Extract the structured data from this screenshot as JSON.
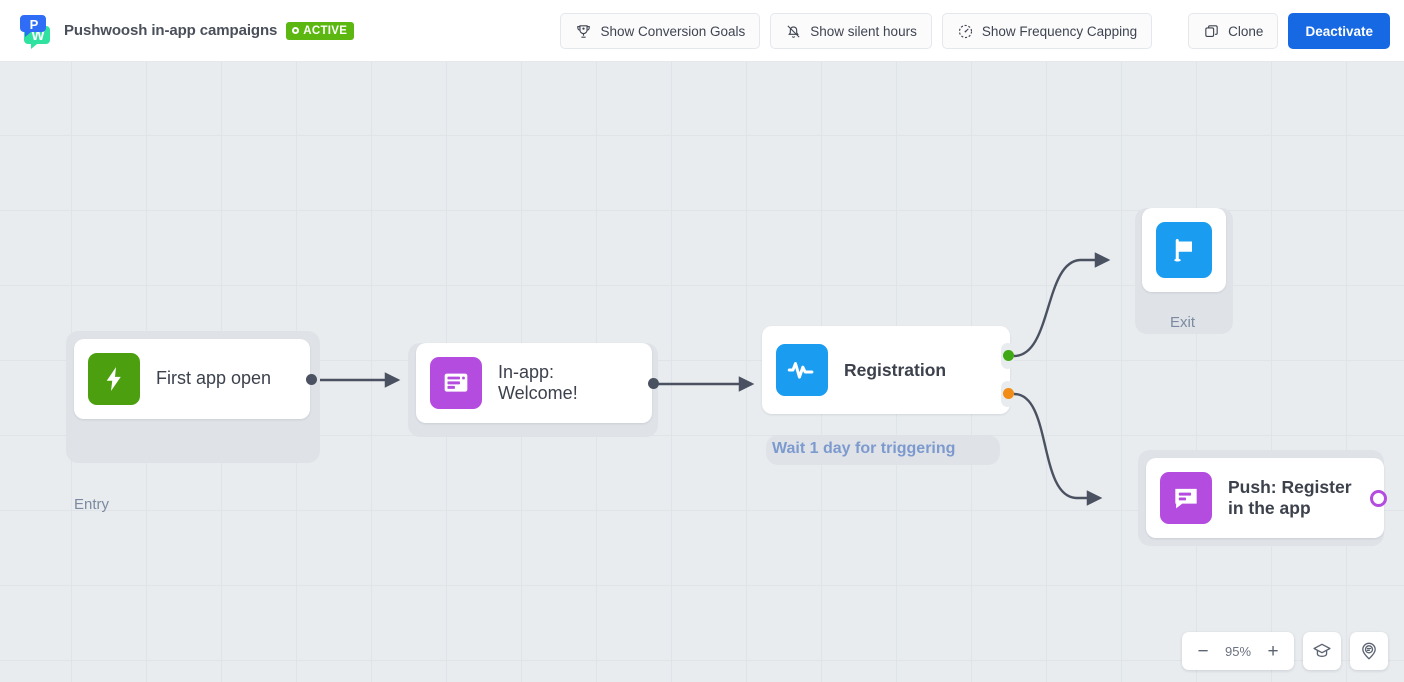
{
  "header": {
    "logo_icon": "pushwoosh-logo",
    "title": "Pushwoosh in-app campaigns",
    "status_badge": "ACTIVE",
    "status_color": "#5cb811",
    "buttons": [
      {
        "label": "Show Conversion Goals",
        "icon": "trophy-icon"
      },
      {
        "label": "Show silent hours",
        "icon": "bell-slash-icon"
      },
      {
        "label": "Show Frequency Capping",
        "icon": "gauge-icon"
      },
      {
        "label": "Clone",
        "icon": "copy-icon"
      },
      {
        "label": "Deactivate",
        "icon": ""
      }
    ]
  },
  "canvas": {
    "grid": "75px",
    "background_color": "#e9ecef",
    "nodes": [
      {
        "id": "entry",
        "label": "First app open",
        "group_label": "Entry",
        "icon": "lightning-bolt-icon",
        "icon_color": "#4ca00f"
      },
      {
        "id": "in-app",
        "label": "In-app:\nWelcome!",
        "icon": "in-app-message-icon",
        "icon_color": "#b44ddf"
      },
      {
        "id": "registration",
        "label": "Registration",
        "group_label": "Wait 1 day for triggering",
        "icon": "pulse-event-icon",
        "icon_color": "#1a9cf0",
        "ports": [
          {
            "name": "success",
            "color": "#3fa814"
          },
          {
            "name": "fallback",
            "color": "#f08c17"
          }
        ]
      },
      {
        "id": "exit",
        "label": "Exit",
        "icon": "flag-icon",
        "icon_color": "#1a9cf0"
      },
      {
        "id": "push",
        "label": "Push: Register\nin the app",
        "icon": "push-message-icon",
        "icon_color": "#b44ddf"
      }
    ]
  },
  "zoom_controls": {
    "minus_label": "−",
    "value": "95%",
    "plus_label": "+",
    "tutorial_icon": "graduation-cap-icon",
    "help_icon": "help-pin-icon"
  }
}
